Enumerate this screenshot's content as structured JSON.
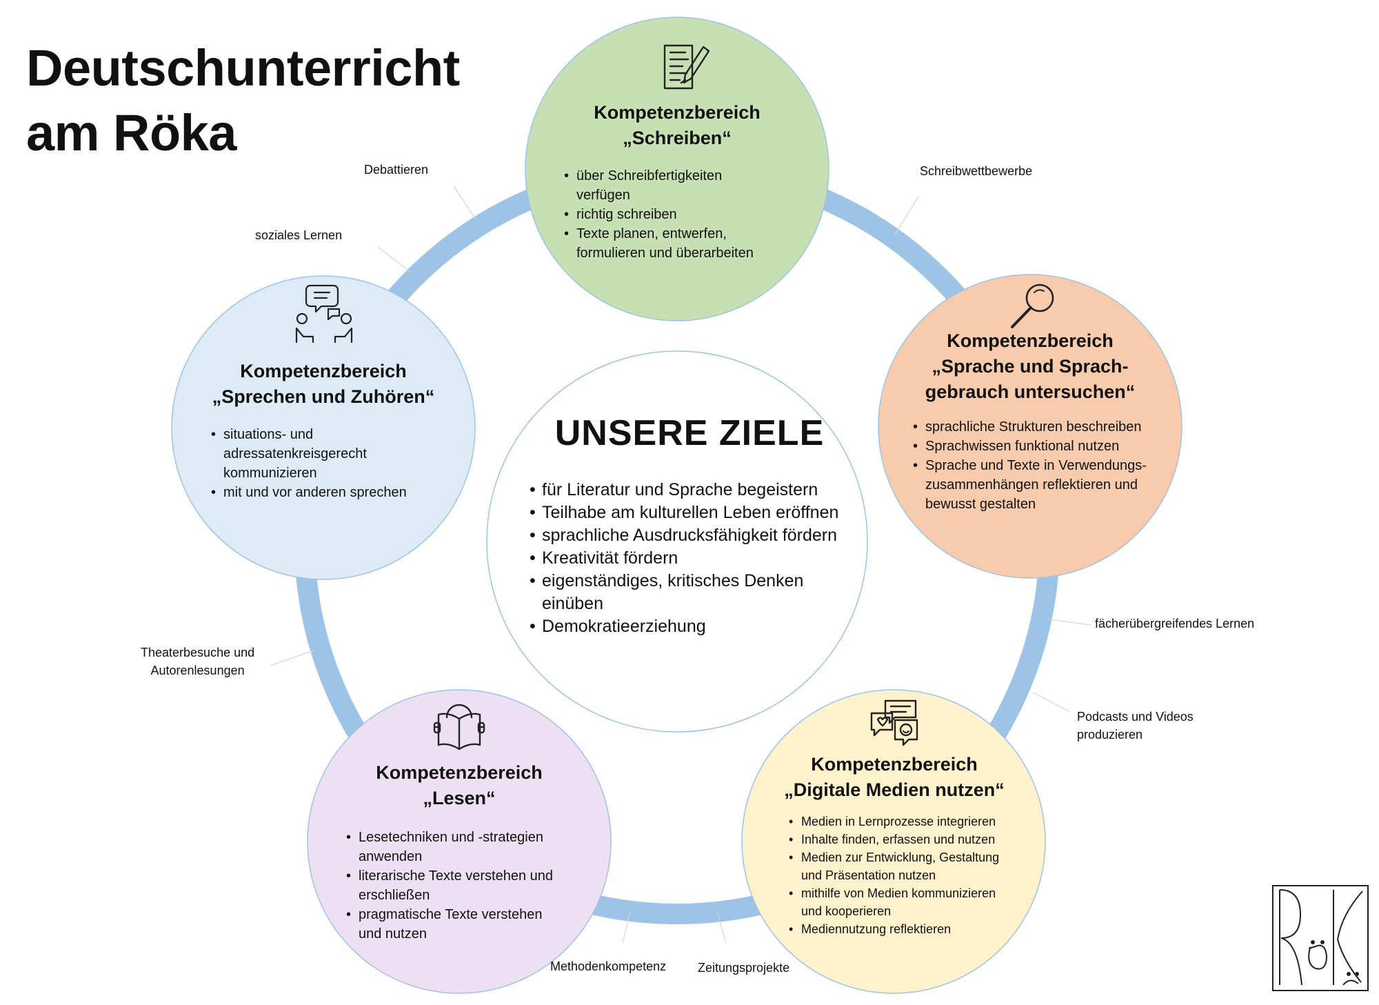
{
  "title": "Deutschunterricht\nam Röka",
  "center": {
    "title": "UNSERE ZIELE",
    "items": [
      "für Literatur und Sprache begeistern",
      "Teilhabe am kulturellen Leben eröffnen",
      "sprachliche Ausdrucksfähigkeit fördern",
      "Kreativität fördern",
      "eigenständiges, kritisches Denken\neinüben",
      "Demokratieerziehung"
    ]
  },
  "areas": {
    "schreiben": {
      "heading": "Kompetenzbereich\n„Schreiben“",
      "icon": "document-pen-icon",
      "color": "#c6e0b4",
      "items": [
        "über Schreibfertigkeiten\nverfügen",
        "richtig schreiben",
        "Texte planen, entwerfen,\nformulieren und überarbeiten"
      ]
    },
    "sprache": {
      "heading": "Kompetenzbereich\n„Sprache und Sprach-\ngebrauch untersuchen“",
      "icon": "magnifier-icon",
      "color": "#f8cbad",
      "items": [
        "sprachliche Strukturen beschreiben",
        "Sprachwissen funktional nutzen",
        "Sprache und Texte in Verwendungs-\nzusammenhängen reflektieren und\nbewusst gestalten"
      ]
    },
    "medien": {
      "heading": "Kompetenzbereich\n„Digitale Medien nutzen“",
      "icon": "chat-bubbles-icon",
      "color": "#fff2cc",
      "items": [
        "Medien in Lernprozesse integrieren",
        "Inhalte finden, erfassen und nutzen",
        "Medien zur Entwicklung, Gestaltung\nund Präsentation nutzen",
        "mithilfe von Medien kommunizieren\nund kooperieren",
        "Mediennutzung reflektieren"
      ]
    },
    "lesen": {
      "heading": "Kompetenzbereich\n„Lesen“",
      "icon": "reader-book-icon",
      "color": "#ede0f2",
      "items": [
        "Lesetechniken und -strategien\nanwenden",
        "literarische Texte verstehen und\nerschließen",
        "pragmatische Texte verstehen\nund nutzen"
      ]
    },
    "sprechen": {
      "heading": "Kompetenzbereich\n„Sprechen und Zuhören“",
      "icon": "conversation-icon",
      "color": "#ddebf7",
      "items": [
        "situations- und\nadressatenkreisgerecht\nkommunizieren",
        "mit und vor anderen sprechen"
      ]
    }
  },
  "side_labels": {
    "debattieren": "Debattieren",
    "soziales_lernen": "soziales Lernen",
    "schreibwettbewerbe": "Schreibwettbewerbe",
    "faecheruebergreifend": "fächerübergreifendes Lernen",
    "podcasts": "Podcasts und Videos\nproduzieren",
    "zeitungsprojekte": "Zeitungsprojekte",
    "methodenkompetenz": "Methodenkompetenz",
    "theaterbesuche": "Theaterbesuche und\nAutorenlesungen"
  },
  "logo": {
    "text": "Röka"
  },
  "colors": {
    "ring": "#9dc3e6",
    "outline": "#9dc3e6"
  }
}
